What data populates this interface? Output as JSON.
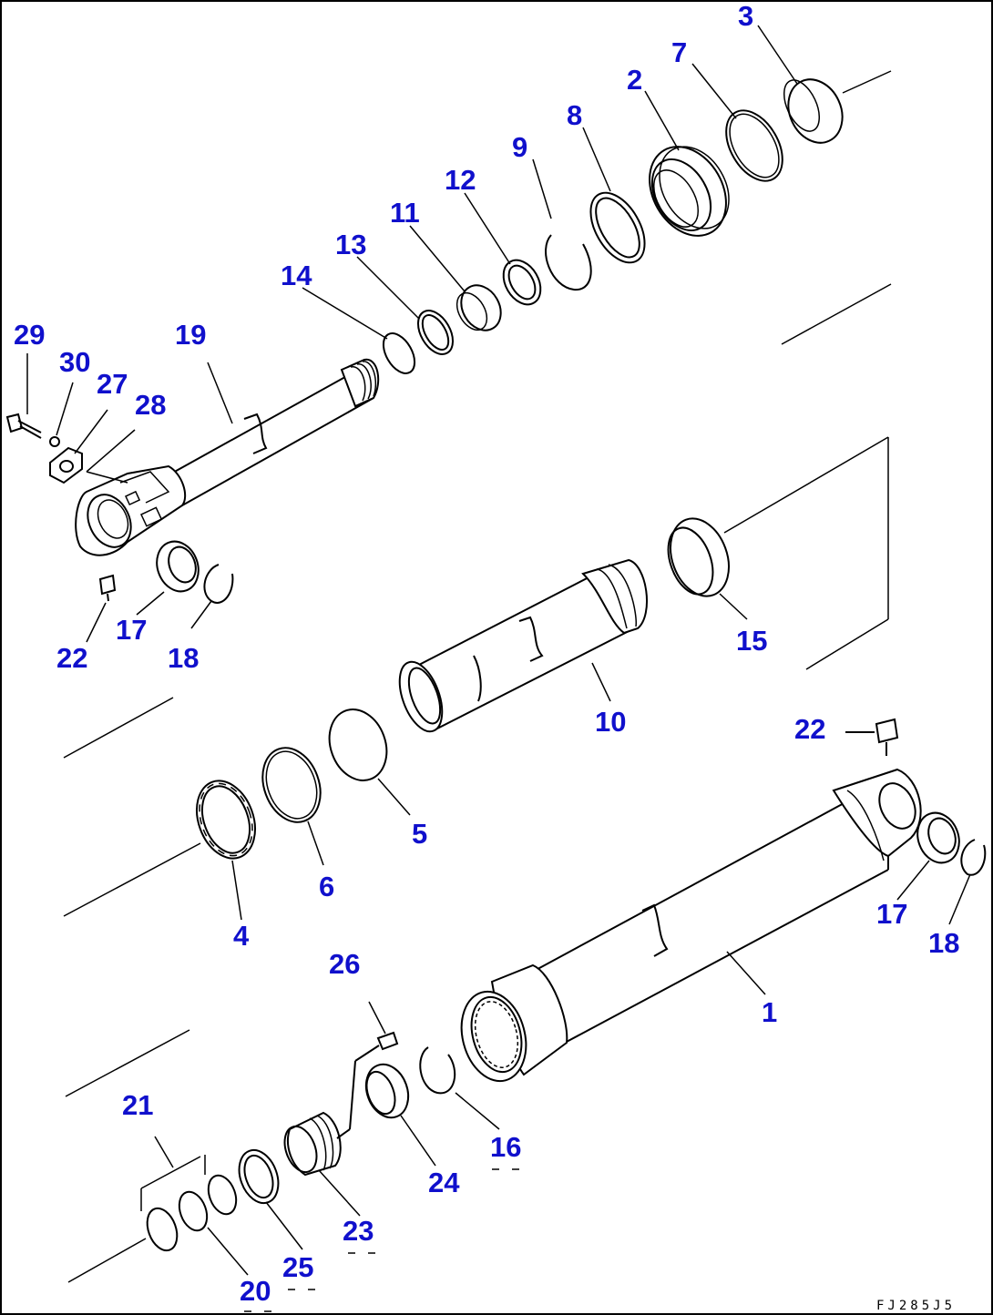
{
  "diagram": {
    "drawing_code": "FJ285J5",
    "parts": {
      "p1": "1",
      "p2": "2",
      "p3": "3",
      "p4": "4",
      "p5": "5",
      "p6": "6",
      "p7": "7",
      "p8": "8",
      "p9": "9",
      "p10": "10",
      "p11": "11",
      "p12": "12",
      "p13": "13",
      "p14": "14",
      "p15": "15",
      "p16": "16",
      "p17a": "17",
      "p17b": "17",
      "p18a": "18",
      "p18b": "18",
      "p19": "19",
      "p20": "20",
      "p21": "21",
      "p22a": "22",
      "p22b": "22",
      "p23": "23",
      "p24": "24",
      "p25": "25",
      "p26": "26",
      "p27": "27",
      "p28": "28",
      "p29": "29",
      "p30": "30"
    },
    "colors": {
      "callout": "#1010cc",
      "line": "#000000",
      "background": "#ffffff"
    }
  }
}
